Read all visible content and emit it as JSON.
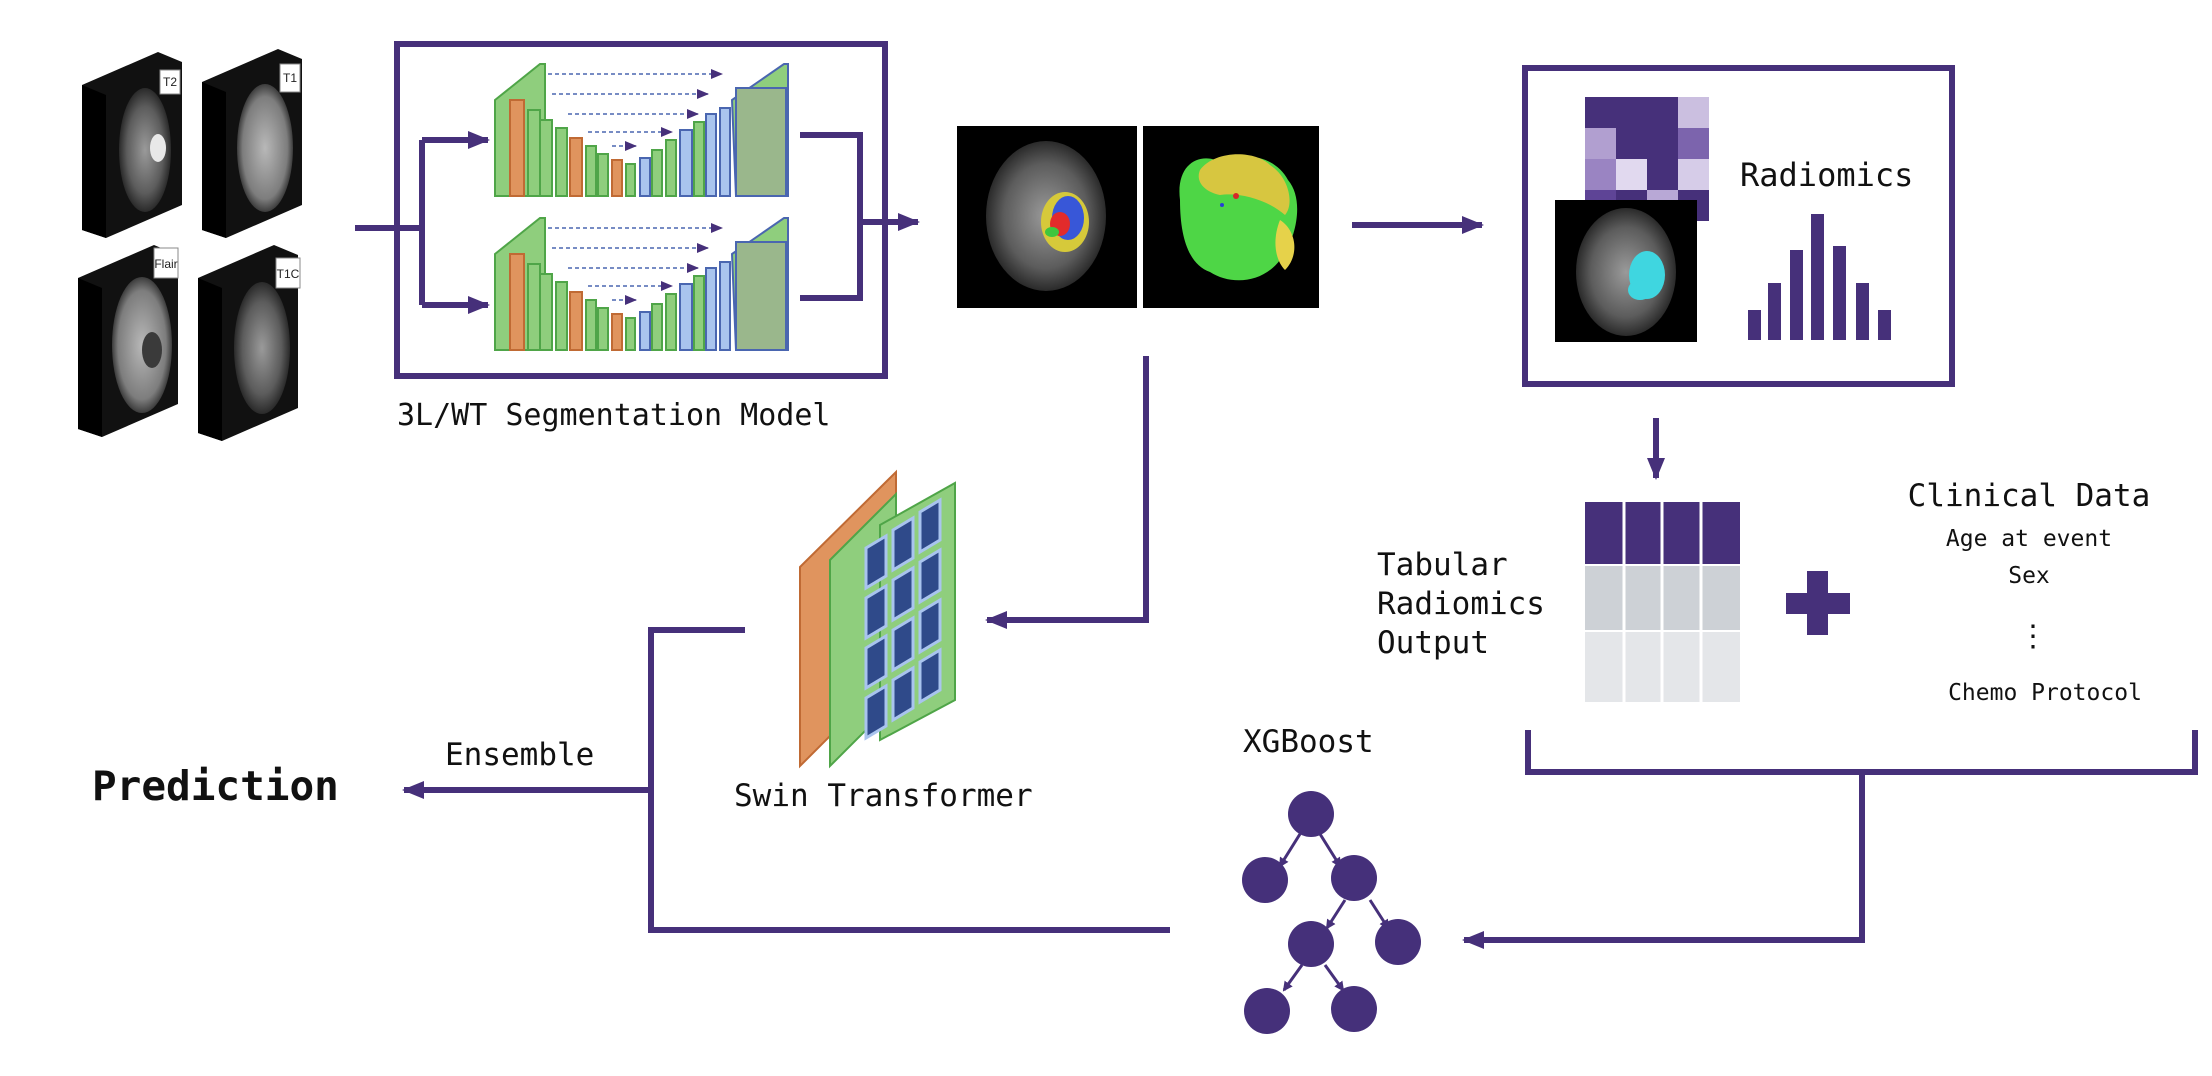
{
  "mri_inputs": [
    {
      "label": "T2"
    },
    {
      "label": "T1"
    },
    {
      "label": "Flair"
    },
    {
      "label": "T1C"
    }
  ],
  "segmentation": {
    "label": "3L/WT Segmentation Model"
  },
  "radiomics": {
    "label": "Radiomics"
  },
  "tabular": {
    "lines": [
      "Tabular",
      "Radiomics",
      "Output"
    ]
  },
  "clinical": {
    "title": "Clinical Data",
    "items": [
      "Age at event",
      "Sex",
      "⋮",
      "Chemo Protocol"
    ]
  },
  "swin": {
    "label": "Swin Transformer"
  },
  "xgboost": {
    "label": "XGBoost"
  },
  "ensemble": {
    "label": "Ensemble"
  },
  "prediction": {
    "label": "Prediction"
  },
  "colors": {
    "accent": "#46307a",
    "node": "#45307a",
    "unet_green": "#8fce7d",
    "unet_orange": "#e0945e",
    "unet_blue": "#a9c4ee",
    "tumor_cyan": "#3fd6e0"
  }
}
